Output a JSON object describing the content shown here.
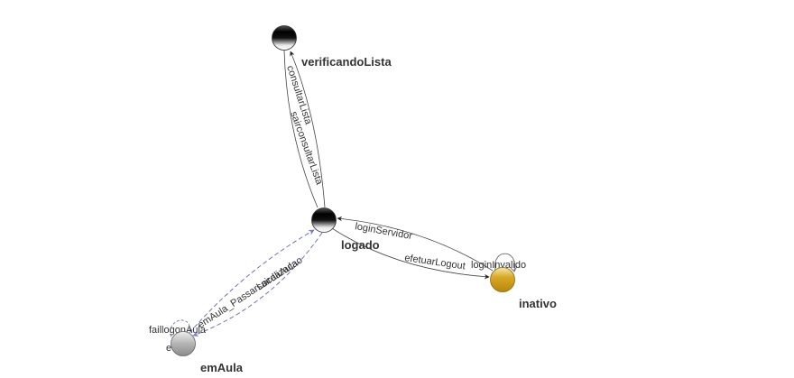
{
  "diagram": {
    "nodes": {
      "verificandoLista": {
        "label": "verificandoLista",
        "style": "black"
      },
      "logado": {
        "label": "logado",
        "style": "black"
      },
      "inativo": {
        "label": "inativo",
        "style": "gold"
      },
      "emAula": {
        "label": "emAula",
        "style": "gray"
      }
    },
    "edges": {
      "consultarLista": "consultarLista",
      "sairconsultarLista": "sairconsultarLista",
      "loginServidor": "loginServidor",
      "efetuarLogout": "efetuarLogout",
      "loginInvalido": "loginInvalido",
      "emAulaPassarLocalizacao": "emAula_PassarLocalizacao",
      "sairdaAula": "sairdaAula",
      "faillogonAula": "faillogonAula",
      "emAulaStub": "e"
    }
  }
}
